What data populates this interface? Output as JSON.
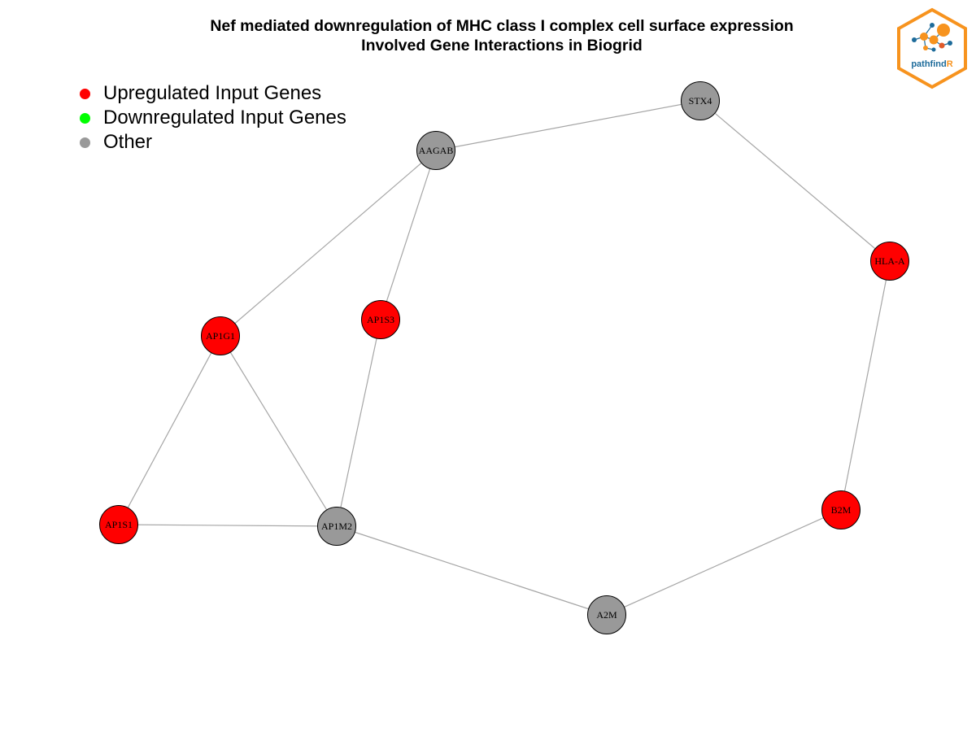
{
  "title": {
    "line1": "Nef mediated downregulation of MHC class I complex cell surface expression",
    "line2": "Involved Gene Interactions in Biogrid"
  },
  "legend": [
    {
      "label": "Upregulated Input Genes",
      "color": "#ff0000"
    },
    {
      "label": "Downregulated Input Genes",
      "color": "#00ff00"
    },
    {
      "label": "Other",
      "color": "#999999"
    }
  ],
  "colors": {
    "upregulated": "#ff0000",
    "other": "#999999",
    "edge": "#a6a6a6",
    "logo_border": "#f7931e",
    "logo_text": "#1d6b9a",
    "logo_accent": "#f7931e"
  },
  "nodes": [
    {
      "id": "STX4",
      "label": "STX4",
      "group": "other"
    },
    {
      "id": "AAGAB",
      "label": "AAGAB",
      "group": "other"
    },
    {
      "id": "HLA-A",
      "label": "HLA-A",
      "group": "upregulated"
    },
    {
      "id": "AP1S3",
      "label": "AP1S3",
      "group": "upregulated"
    },
    {
      "id": "AP1G1",
      "label": "AP1G1",
      "group": "upregulated"
    },
    {
      "id": "B2M",
      "label": "B2M",
      "group": "upregulated"
    },
    {
      "id": "AP1S1",
      "label": "AP1S1",
      "group": "upregulated"
    },
    {
      "id": "AP1M2",
      "label": "AP1M2",
      "group": "other"
    },
    {
      "id": "A2M",
      "label": "A2M",
      "group": "other"
    }
  ],
  "edges": [
    [
      "AAGAB",
      "STX4"
    ],
    [
      "STX4",
      "HLA-A"
    ],
    [
      "HLA-A",
      "B2M"
    ],
    [
      "B2M",
      "A2M"
    ],
    [
      "A2M",
      "AP1M2"
    ],
    [
      "AAGAB",
      "AP1G1"
    ],
    [
      "AAGAB",
      "AP1S3"
    ],
    [
      "AP1S3",
      "AP1M2"
    ],
    [
      "AP1G1",
      "AP1M2"
    ],
    [
      "AP1G1",
      "AP1S1"
    ],
    [
      "AP1S1",
      "AP1M2"
    ]
  ],
  "logo": {
    "name_main": "pathfind",
    "name_accent": "R"
  }
}
